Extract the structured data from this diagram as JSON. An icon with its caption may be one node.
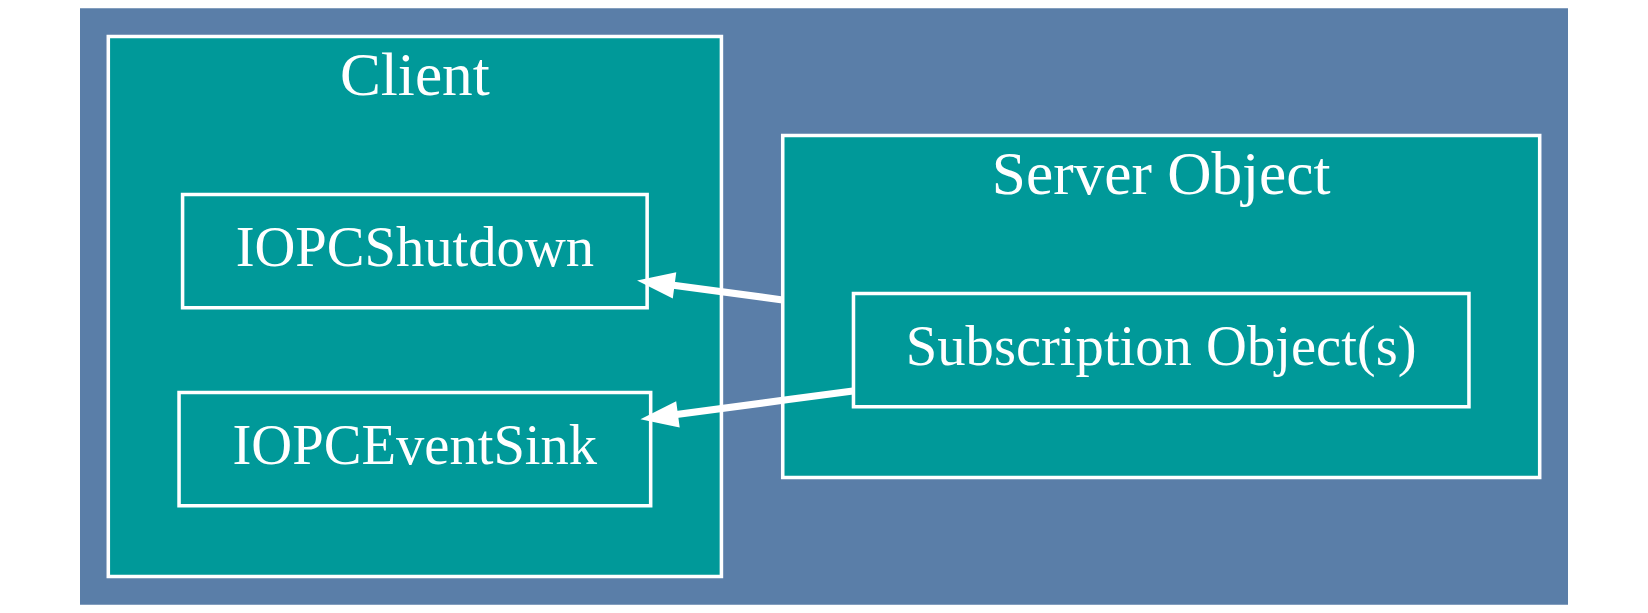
{
  "diagram": {
    "nodes": [
      {
        "text": [
          "Client"
        ]
      },
      {
        "text": [
          "IOPCShutdown"
        ],
        "in": 0
      },
      {
        "text": [
          "IOPCEventSink"
        ],
        "in": 0
      },
      {
        "text": [
          "Server Object"
        ]
      },
      {
        "text": [
          "Subscription Object(s)"
        ],
        "in": 3
      }
    ],
    "edges": [
      {
        "from": 3,
        "to": 1,
        "arrow": "to"
      },
      {
        "from": 4,
        "to": 2,
        "arrow": "to"
      }
    ]
  }
}
